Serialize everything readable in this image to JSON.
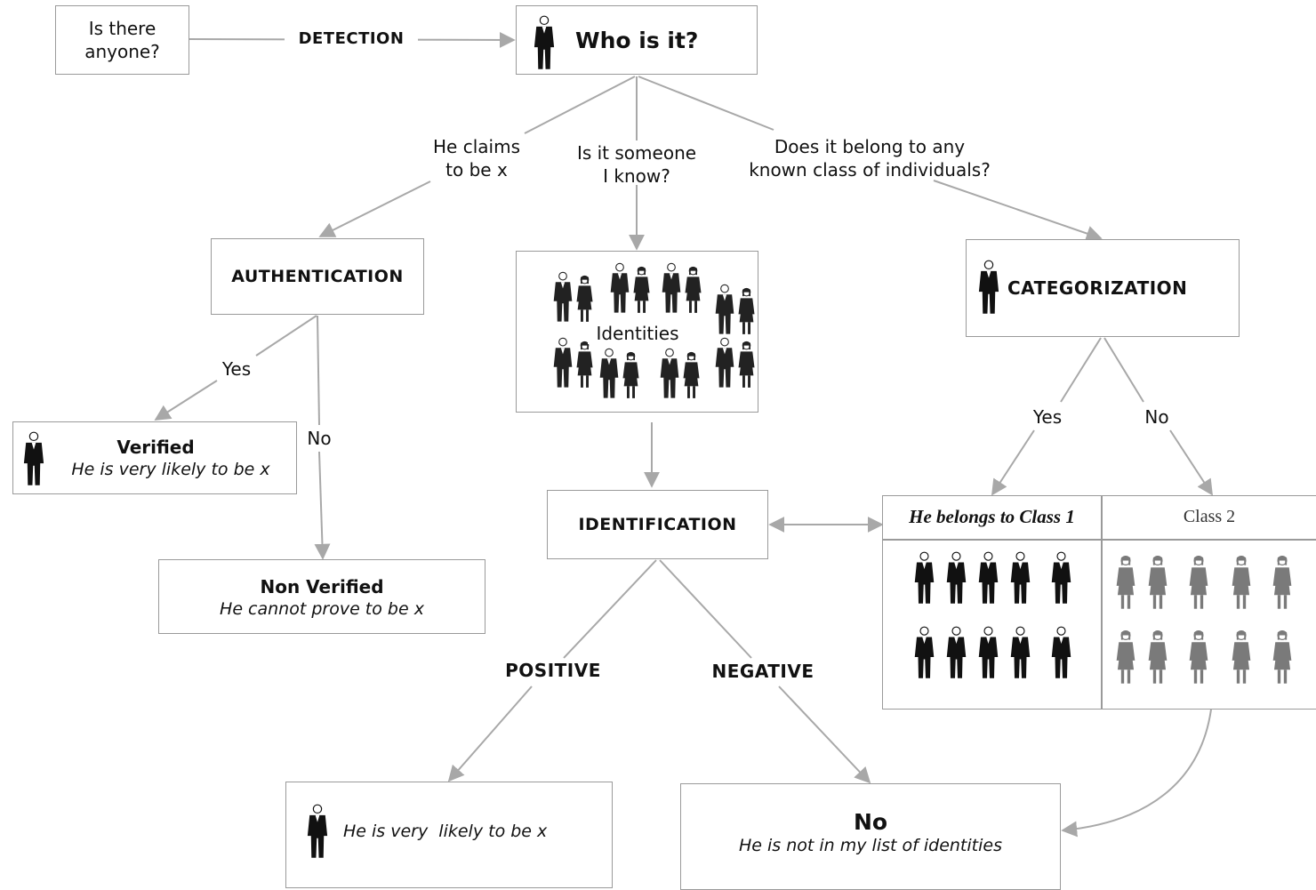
{
  "detection": {
    "question": "Is there anyone?",
    "question_line1": "Is there",
    "question_line2": "anyone?",
    "label": "DETECTION"
  },
  "who": {
    "title": "Who is it?",
    "icon": "man-icon"
  },
  "questions": {
    "claims_line1": "He claims",
    "claims_line2": "to be x",
    "know_line1": "Is it someone",
    "know_line2": "I know?",
    "class_line1": "Does it belong to any",
    "class_line2": "known class of individuals?"
  },
  "authentication": {
    "title": "AUTHENTICATION",
    "yes": "Yes",
    "no": "No"
  },
  "verified": {
    "title": "Verified",
    "subtitle": "He is very likely to be x"
  },
  "non_verified": {
    "title": "Non Verified",
    "subtitle": "He cannot prove to be x"
  },
  "identities": {
    "label": "Identities"
  },
  "identification": {
    "title": "IDENTIFICATION",
    "positive": "POSITIVE",
    "negative": "NEGATIVE"
  },
  "categorization": {
    "title": "CATEGORIZATION",
    "yes": "Yes",
    "no": "No"
  },
  "classes": {
    "class1": "He belongs to Class 1",
    "class2": "Class 2"
  },
  "positive_result": {
    "text": "He is very  likely to be x"
  },
  "negative_result": {
    "title": "No",
    "subtitle": "He is not in my list of identities"
  },
  "colors": {
    "border": "#9a9a9a",
    "arrow": "#a8a8a8",
    "figure_dark": "#111111",
    "figure_gray": "#7a7a7a"
  }
}
